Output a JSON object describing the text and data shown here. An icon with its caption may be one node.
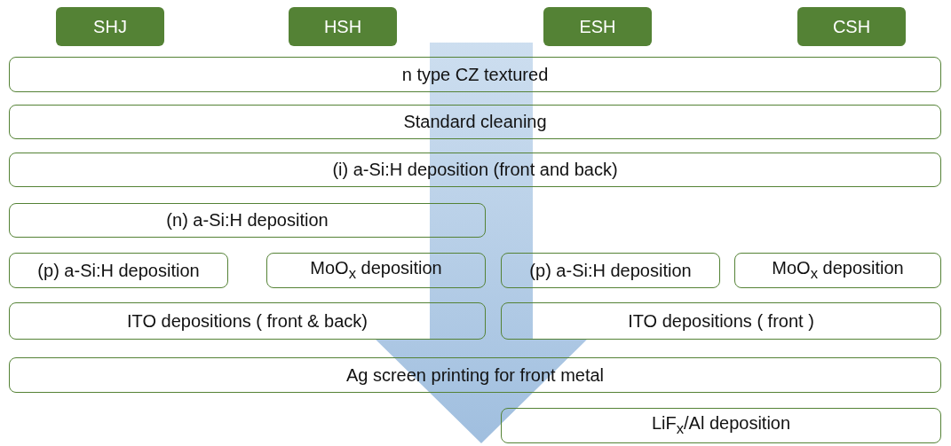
{
  "diagram": {
    "nodes": [
      {
        "text": [
          "SHJ"
        ]
      },
      {
        "text": [
          "HSH"
        ]
      },
      {
        "text": [
          "ESH"
        ]
      },
      {
        "text": [
          "CSH"
        ]
      },
      {
        "text": [
          "n type CZ textured"
        ]
      },
      {
        "text": [
          "Standard cleaning"
        ]
      },
      {
        "text": [
          "(i) a-Si:H deposition (front and back)"
        ]
      },
      {
        "text": [
          "(n) a-Si:H deposition"
        ]
      },
      {
        "text": [
          "(p) a-Si:H deposition"
        ]
      },
      {
        "text": [
          "MoO$_{x}$ deposition"
        ]
      },
      {
        "text": [
          "(p) a-Si:H deposition"
        ]
      },
      {
        "text": [
          "MoO$_{x}$ deposition"
        ]
      },
      {
        "text": [
          "ITO depositions ( front & back)"
        ]
      },
      {
        "text": [
          "ITO depositions ( front )"
        ]
      },
      {
        "text": [
          "Ag screen printing for front metal"
        ]
      },
      {
        "text": [
          "LiF$_{x}$/Al deposition"
        ]
      }
    ],
    "edges": [
      {
        "from": 4,
        "to": 15,
        "arrow": "to",
        "style": "thick"
      }
    ]
  }
}
